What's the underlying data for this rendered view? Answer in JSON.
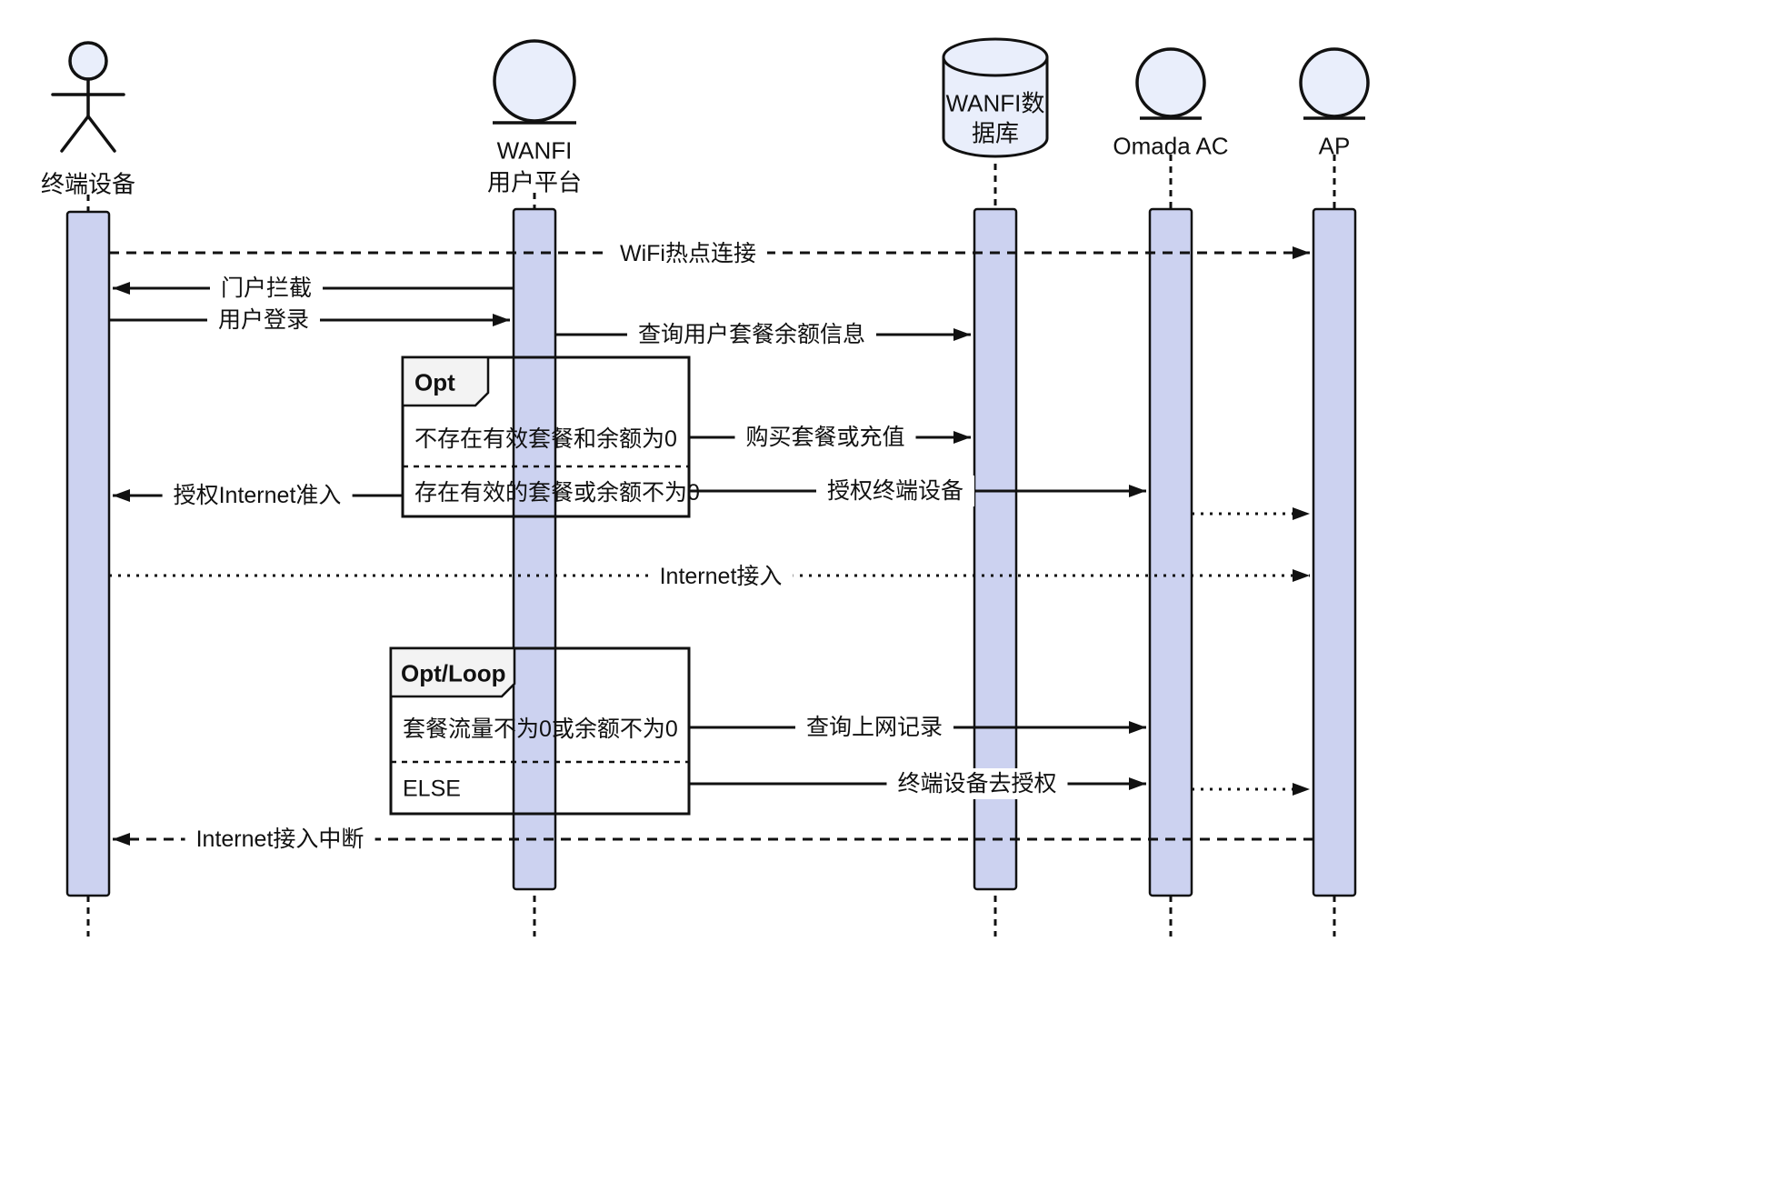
{
  "actors": {
    "terminal": {
      "label": "终端设备"
    },
    "platform": {
      "label_line1": "WANFI",
      "label_line2": "用户平台"
    },
    "database": {
      "label_line1": "WANFI数",
      "label_line2": "据库"
    },
    "omada": {
      "label": "Omada AC"
    },
    "ap": {
      "label": "AP"
    }
  },
  "messages": {
    "wifi_connect": {
      "label": "WiFi热点连接",
      "style": "dashed",
      "from": "terminal",
      "to": "ap"
    },
    "portal_intercept": {
      "label": "门户拦截",
      "style": "solid",
      "from": "platform",
      "to": "terminal"
    },
    "user_login": {
      "label": "用户登录",
      "style": "solid",
      "from": "terminal",
      "to": "platform"
    },
    "query_balance": {
      "label": "查询用户套餐余额信息",
      "style": "solid",
      "from": "platform",
      "to": "database"
    },
    "buy_or_recharge": {
      "label": "购买套餐或充值",
      "style": "solid",
      "from": "platform",
      "to": "database"
    },
    "authorize_device": {
      "label": "授权终端设备",
      "style": "solid",
      "from": "platform",
      "to": "omada"
    },
    "authorize_internet": {
      "label": "授权Internet准入",
      "style": "solid",
      "from": "platform",
      "to": "terminal"
    },
    "internet_access": {
      "label": "Internet接入",
      "style": "dotted",
      "from": "terminal",
      "to": "ap"
    },
    "query_records": {
      "label": "查询上网记录",
      "style": "solid",
      "from": "platform",
      "to": "omada"
    },
    "deauthorize_device": {
      "label": "终端设备去授权",
      "style": "solid",
      "from": "platform",
      "to": "omada"
    },
    "internet_interrupted": {
      "label": "Internet接入中断",
      "style": "dashed",
      "from": "ap",
      "to": "terminal"
    }
  },
  "fragments": {
    "opt": {
      "title": "Opt",
      "condition1": "不存在有效套餐和余额为0",
      "condition2": "存在有效的套餐或余额不为0"
    },
    "opt_loop": {
      "title": "Opt/Loop",
      "condition1": "套餐流量不为0或余额不为0",
      "condition2": "ELSE"
    }
  },
  "colors": {
    "activation_fill": "#ccd2f0",
    "head_fill": "#e9eefb",
    "fragment_header_fill": "#f3f3f3",
    "stroke": "#111111",
    "background": "#ffffff"
  }
}
